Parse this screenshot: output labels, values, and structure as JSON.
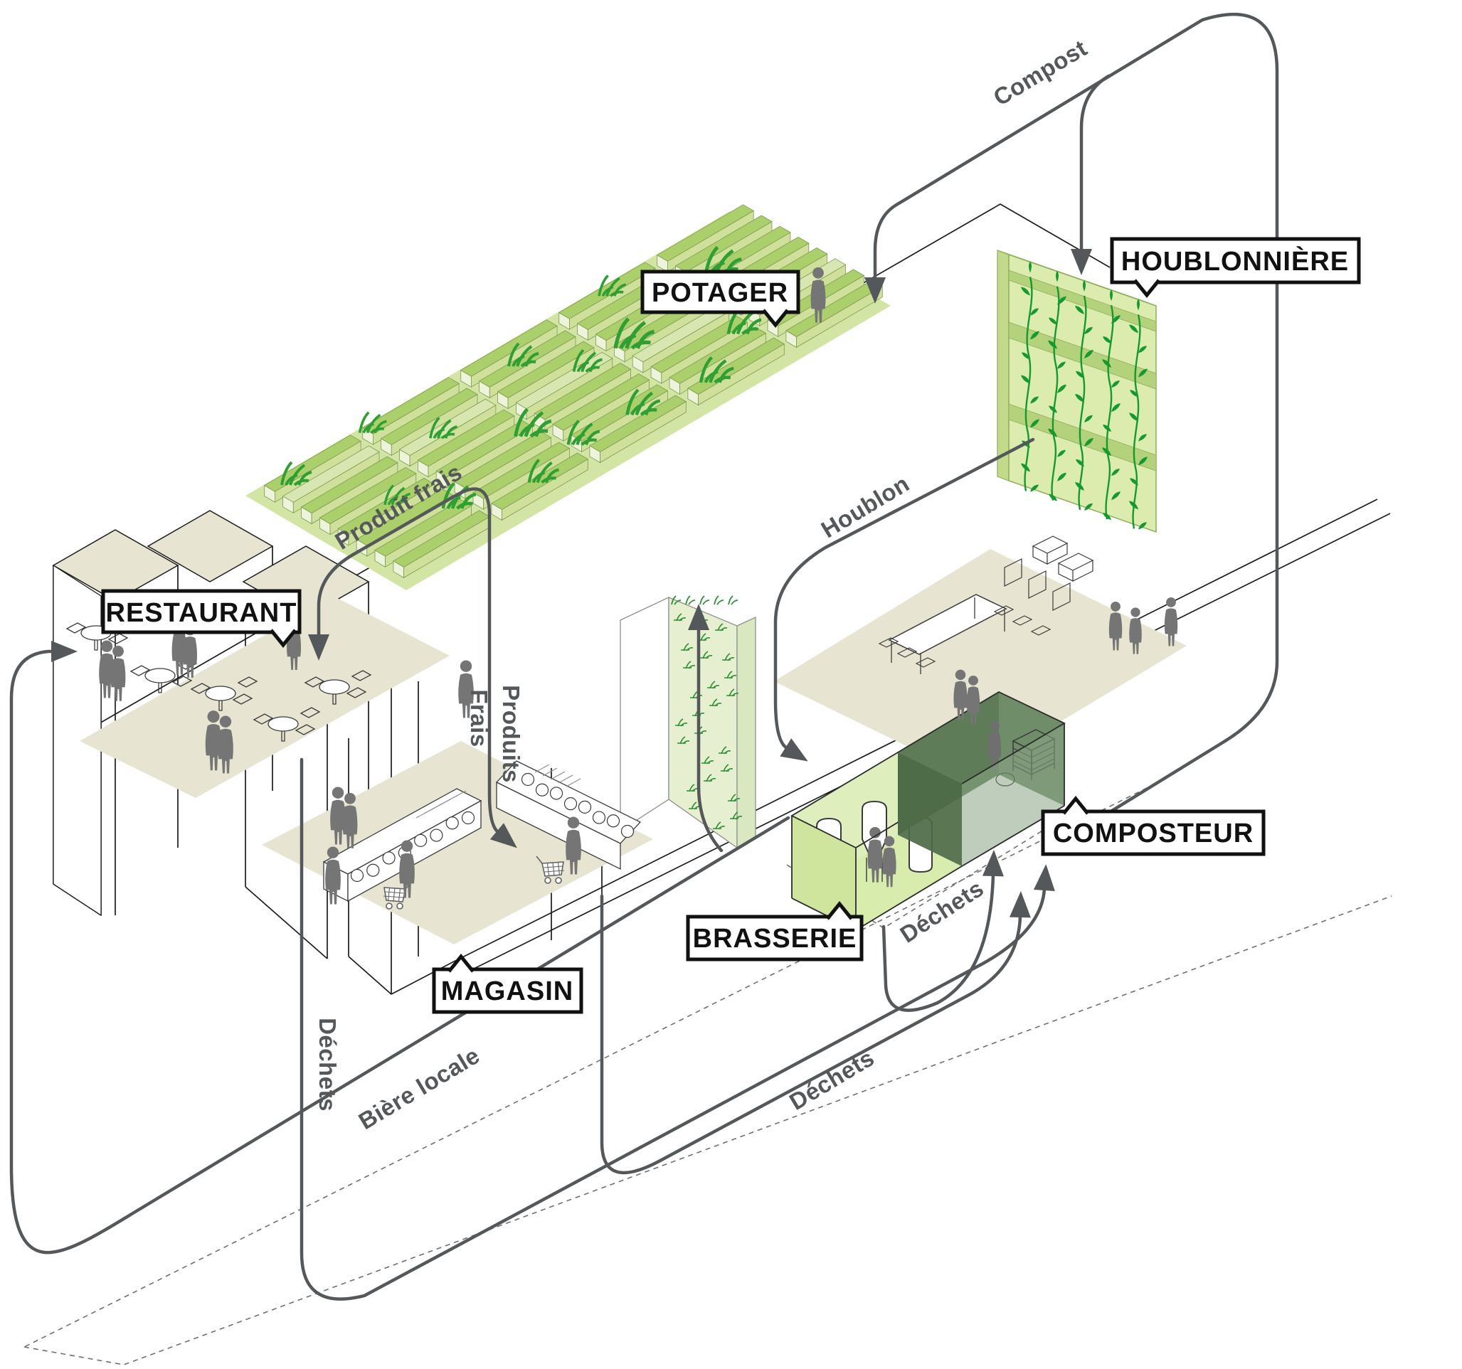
{
  "diagram": {
    "title": "",
    "stations": {
      "restaurant": {
        "label": "RESTAURANT"
      },
      "potager": {
        "label": "POTAGER"
      },
      "houblonniere": {
        "label": "HOUBLONNIÈRE"
      },
      "magasin": {
        "label": "MAGASIN"
      },
      "brasserie": {
        "label": "BRASSERIE"
      },
      "composteur": {
        "label": "COMPOSTEUR"
      }
    },
    "flows": {
      "compost": {
        "label": "Compost",
        "from": "composteur",
        "to": "potager & houblonnière"
      },
      "produit_frais": {
        "label": "Produit frais",
        "from": "potager",
        "to": "restaurant"
      },
      "produits_frais": {
        "label": "Produits Frais",
        "label_lines": [
          "Produits",
          "Frais"
        ],
        "from": "potager",
        "to": "magasin"
      },
      "houblon": {
        "label": "Houblon",
        "from": "houblonnière",
        "to": "brasserie"
      },
      "dechets_restaurant": {
        "label": "Déchets",
        "from": "restaurant",
        "to": "composteur"
      },
      "dechets_magasin": {
        "label": "Déchets",
        "from": "magasin",
        "to": "composteur"
      },
      "dechets_brasserie": {
        "label": "Déchets",
        "from": "brasserie",
        "to": "composteur"
      },
      "biere_locale": {
        "label": "Bière locale",
        "from": "brasserie",
        "to": "restaurant"
      }
    },
    "colors": {
      "flow_gray": "#54585a",
      "label_ink": "#111111",
      "floor_beige": "#e7e5d2",
      "field_green": "#d3e5a4",
      "bed_green": "#abd06b",
      "bed_side": "#cfe09a",
      "bed_cap": "#eef4dc",
      "grass_green": "#2f9e33",
      "wall_green": "#dcebae",
      "rail_green": "#b4d17b",
      "vine_green": "#169a2f",
      "brasserie_green": "#d8ecad",
      "composteur_dark": "#4d6a47",
      "composteur_mid": "#8aa585",
      "figure_gray": "#757575"
    }
  }
}
